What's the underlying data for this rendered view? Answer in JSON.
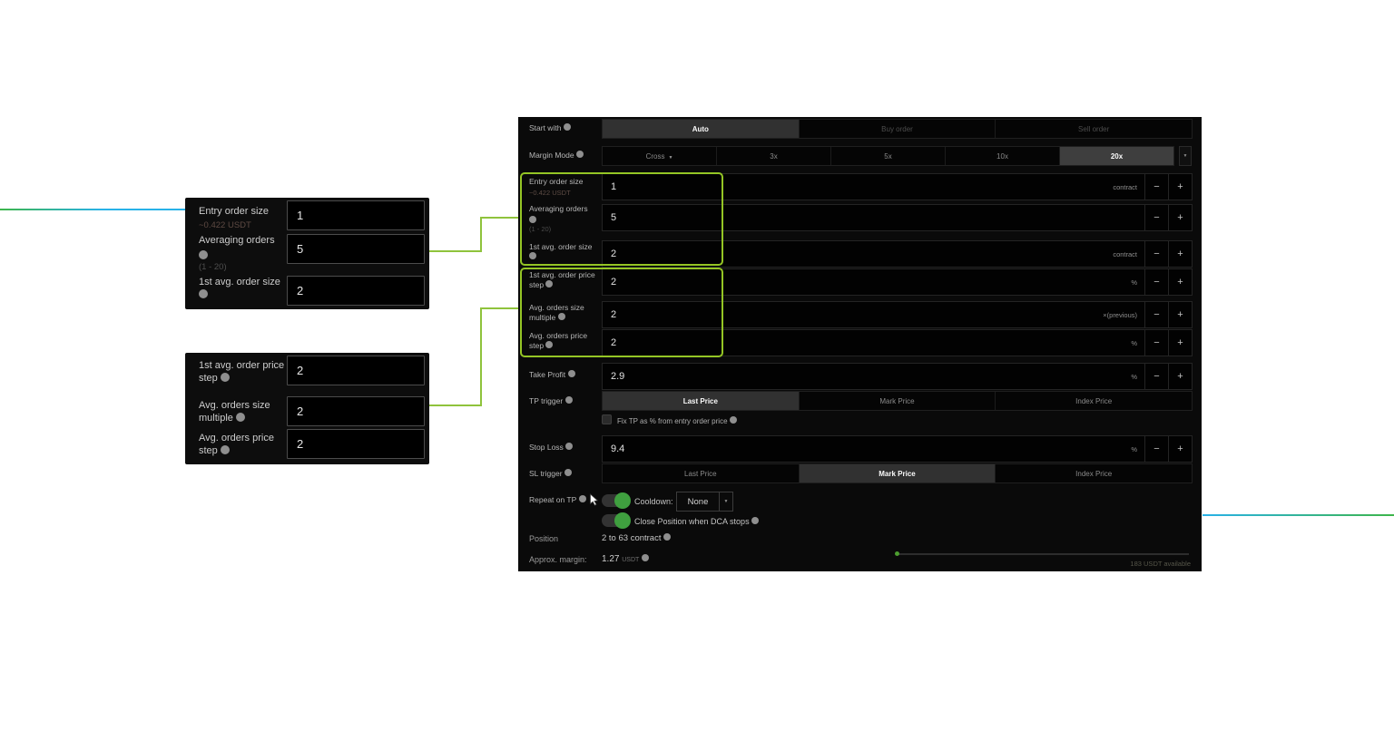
{
  "colors": {
    "accent_green": "#94c525",
    "connector_green": "#8fc33c",
    "line_cyan": "#29b2e8",
    "line_green": "#3db54a",
    "toggle_green": "#3f9f3f",
    "selected_tab_bg": "#313131",
    "panel_bg": "#0a0a0a"
  },
  "controls": {
    "minus": "−",
    "plus": "+"
  },
  "callouts": {
    "box1": {
      "rows": [
        {
          "label": "Entry order size",
          "sub": "~0.422 USDT",
          "value": "1"
        },
        {
          "label": "Averaging orders",
          "sub": "(1 - 20)",
          "value": "5"
        },
        {
          "label": "1st avg. order size",
          "value": "2"
        }
      ]
    },
    "box2": {
      "rows": [
        {
          "label": "1st avg. order price step",
          "value": "2"
        },
        {
          "label": "Avg. orders size multiple",
          "value": "2"
        },
        {
          "label": "Avg. orders price step",
          "value": "2"
        }
      ]
    }
  },
  "panel": {
    "start_with": {
      "label": "Start with",
      "tabs": [
        "Auto",
        "Buy order",
        "Sell order"
      ],
      "selected": "Auto"
    },
    "margin_mode": {
      "label": "Margin Mode",
      "tabs": [
        "Cross",
        "3x",
        "5x",
        "10x",
        "20x"
      ],
      "selected": "20x"
    },
    "steppers": {
      "entry": {
        "label": "Entry order size",
        "sub": "~0.422 USDT",
        "value": "1",
        "unit": "contract"
      },
      "averaging": {
        "label": "Averaging orders",
        "sub": "(1 - 20)",
        "value": "5",
        "unit": ""
      },
      "first_size": {
        "label": "1st avg. order size",
        "value": "2",
        "unit": "contract"
      },
      "first_step": {
        "label": "1st avg. order price step",
        "value": "2",
        "unit": "%"
      },
      "multiple": {
        "label": "Avg. orders size multiple",
        "value": "2",
        "unit": "×(previous)"
      },
      "price_step": {
        "label": "Avg. orders price step",
        "value": "2",
        "unit": "%"
      },
      "take_profit": {
        "label": "Take Profit",
        "value": "2.9",
        "unit": "%"
      },
      "stop_loss": {
        "label": "Stop Loss",
        "value": "9.4",
        "unit": "%"
      }
    },
    "tp_trigger": {
      "label": "TP trigger",
      "tabs": [
        "Last Price",
        "Mark Price",
        "Index Price"
      ],
      "selected": "Last Price"
    },
    "fix_tp": {
      "label": "Fix TP as % from entry order price",
      "checked": false
    },
    "sl_trigger": {
      "label": "SL trigger",
      "tabs": [
        "Last Price",
        "Mark Price",
        "Index Price"
      ],
      "selected": "Mark Price"
    },
    "repeat_on_tp": {
      "label": "Repeat on TP",
      "toggle_on": true,
      "cooldown_label": "Cooldown:",
      "cooldown_value": "None"
    },
    "close_position": {
      "label": "Close Position when DCA stops",
      "toggle_on": true
    },
    "position": {
      "label": "Position",
      "value": "2 to 63 contract"
    },
    "approx_margin": {
      "label": "Approx. margin:",
      "value": "1.27",
      "currency": "USDT"
    },
    "available": "183 USDT available"
  }
}
